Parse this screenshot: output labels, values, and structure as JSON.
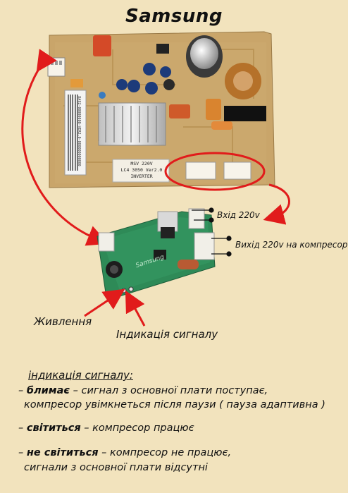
{
  "title": "Samsung",
  "main_board": {
    "label_line1": "MSV  220V",
    "label_line2": "LC4 3050 Ver2.0",
    "label_line3": "INVERTER",
    "barcode_text": "DA92-00000000-VER2.0-000000000000"
  },
  "inverter_board": {
    "brand_text": "Samsung"
  },
  "callouts": {
    "input": "Вхід 220v",
    "output": "Вихід 220v на компресор",
    "power": "Живлення",
    "signal": "Індикація сигналу"
  },
  "legend": {
    "heading": "індикація сигналу:",
    "item1_bold": "блимає",
    "item1_rest": " – сигнал з основної плати поступає,",
    "item1_line2": "компресор увімкнеться після паузи ( пауза адаптивна )",
    "item2_bold": "світиться",
    "item2_rest": " – компресор працює",
    "item3_bold": "не світиться",
    "item3_rest": " – компресор не працює,",
    "item3_line2": "сигнали з основної плати відсутні"
  },
  "colors": {
    "background": "#f2e3bd",
    "pcb_main": "#c9a56a",
    "pcb_inverter": "#2e8a57",
    "arrow_red": "#e11b1b"
  }
}
